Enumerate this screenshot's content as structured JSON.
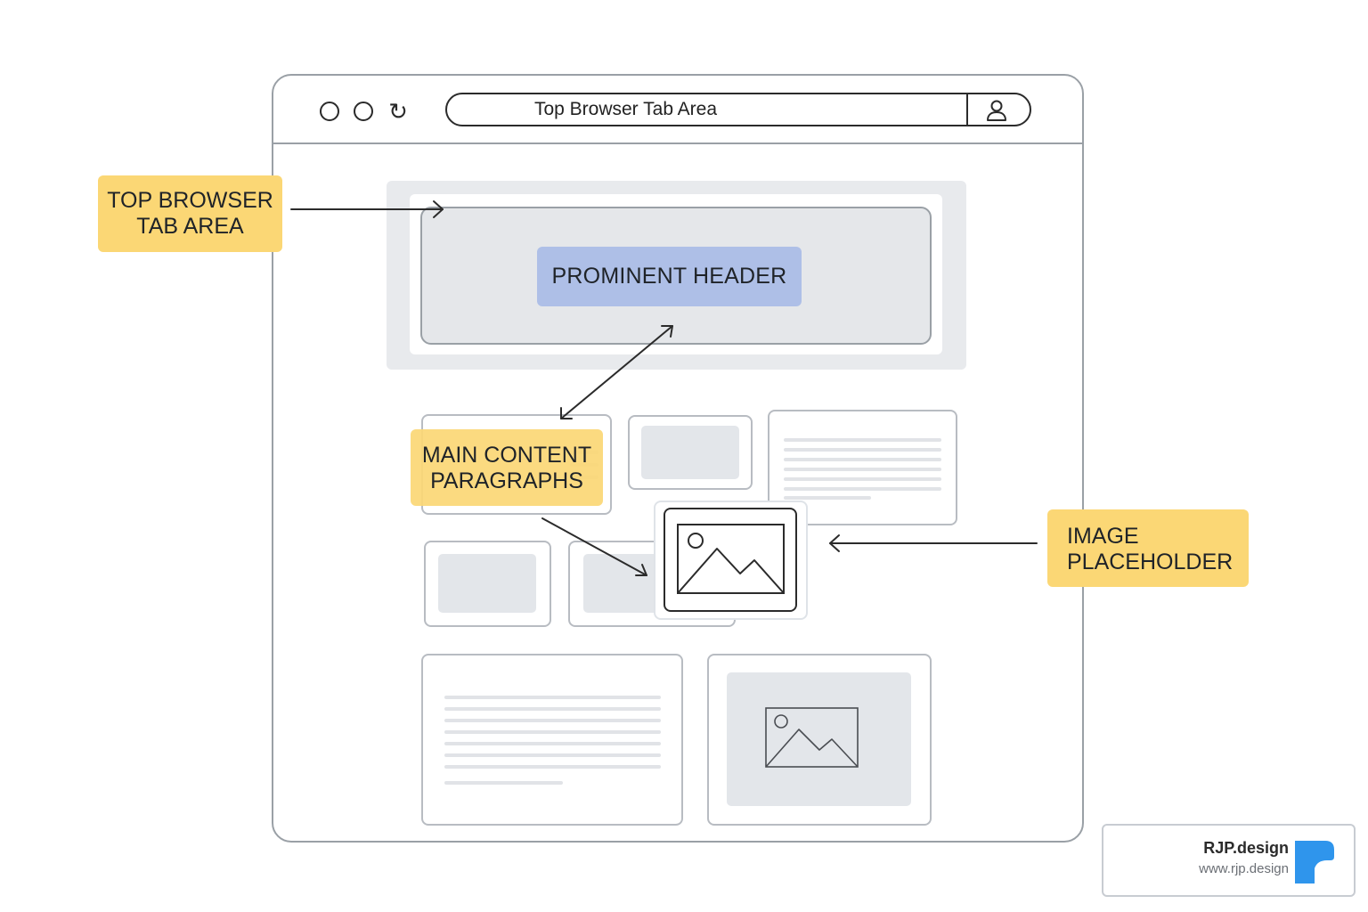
{
  "browser": {
    "address_text": "Top Browser Tab Area"
  },
  "header": {
    "label": "PROMINENT HEADER"
  },
  "callouts": {
    "top_tab": [
      "TOP BROWSER",
      "TAB AREA"
    ],
    "main_content": [
      "MAIN CONTENT",
      "PARAGRAPHS"
    ],
    "image_placeholder": [
      "IMAGE",
      "PLACEHOLDER"
    ]
  },
  "brand": {
    "name": "RJP.design",
    "url": "www.rjp.design",
    "logo_color": "#2f95ec"
  },
  "colors": {
    "callout": "#fbd775",
    "header_label": "#aebfe7",
    "outline": "#9aa0a6",
    "placeholder_fill": "#e3e6ea"
  }
}
